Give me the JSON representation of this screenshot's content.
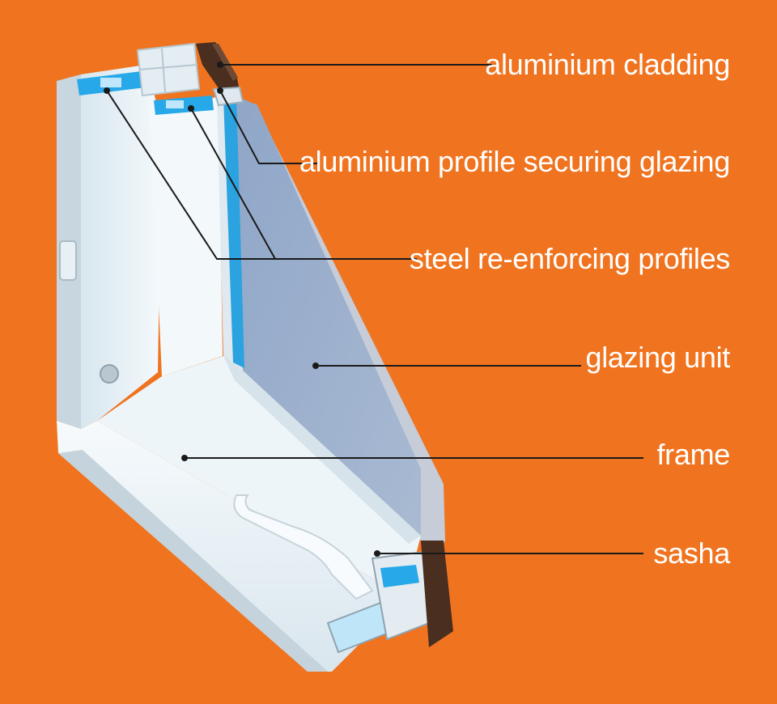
{
  "labels": {
    "aluminium_cladding": "aluminium cladding",
    "aluminium_profile": "aluminium profile securing glazing",
    "steel_profiles": "steel re-enforcing profiles",
    "glazing_unit": "glazing unit",
    "frame": "frame",
    "sash": "sasha"
  },
  "colors": {
    "background": "#f07420",
    "label_text": "#ffffff",
    "leader_line": "#1a1a1a",
    "pvc_white": "#eef5fa",
    "glass": "#9bb0cc",
    "steel_blue": "#27a8e8",
    "cladding": "#4a2e20"
  }
}
